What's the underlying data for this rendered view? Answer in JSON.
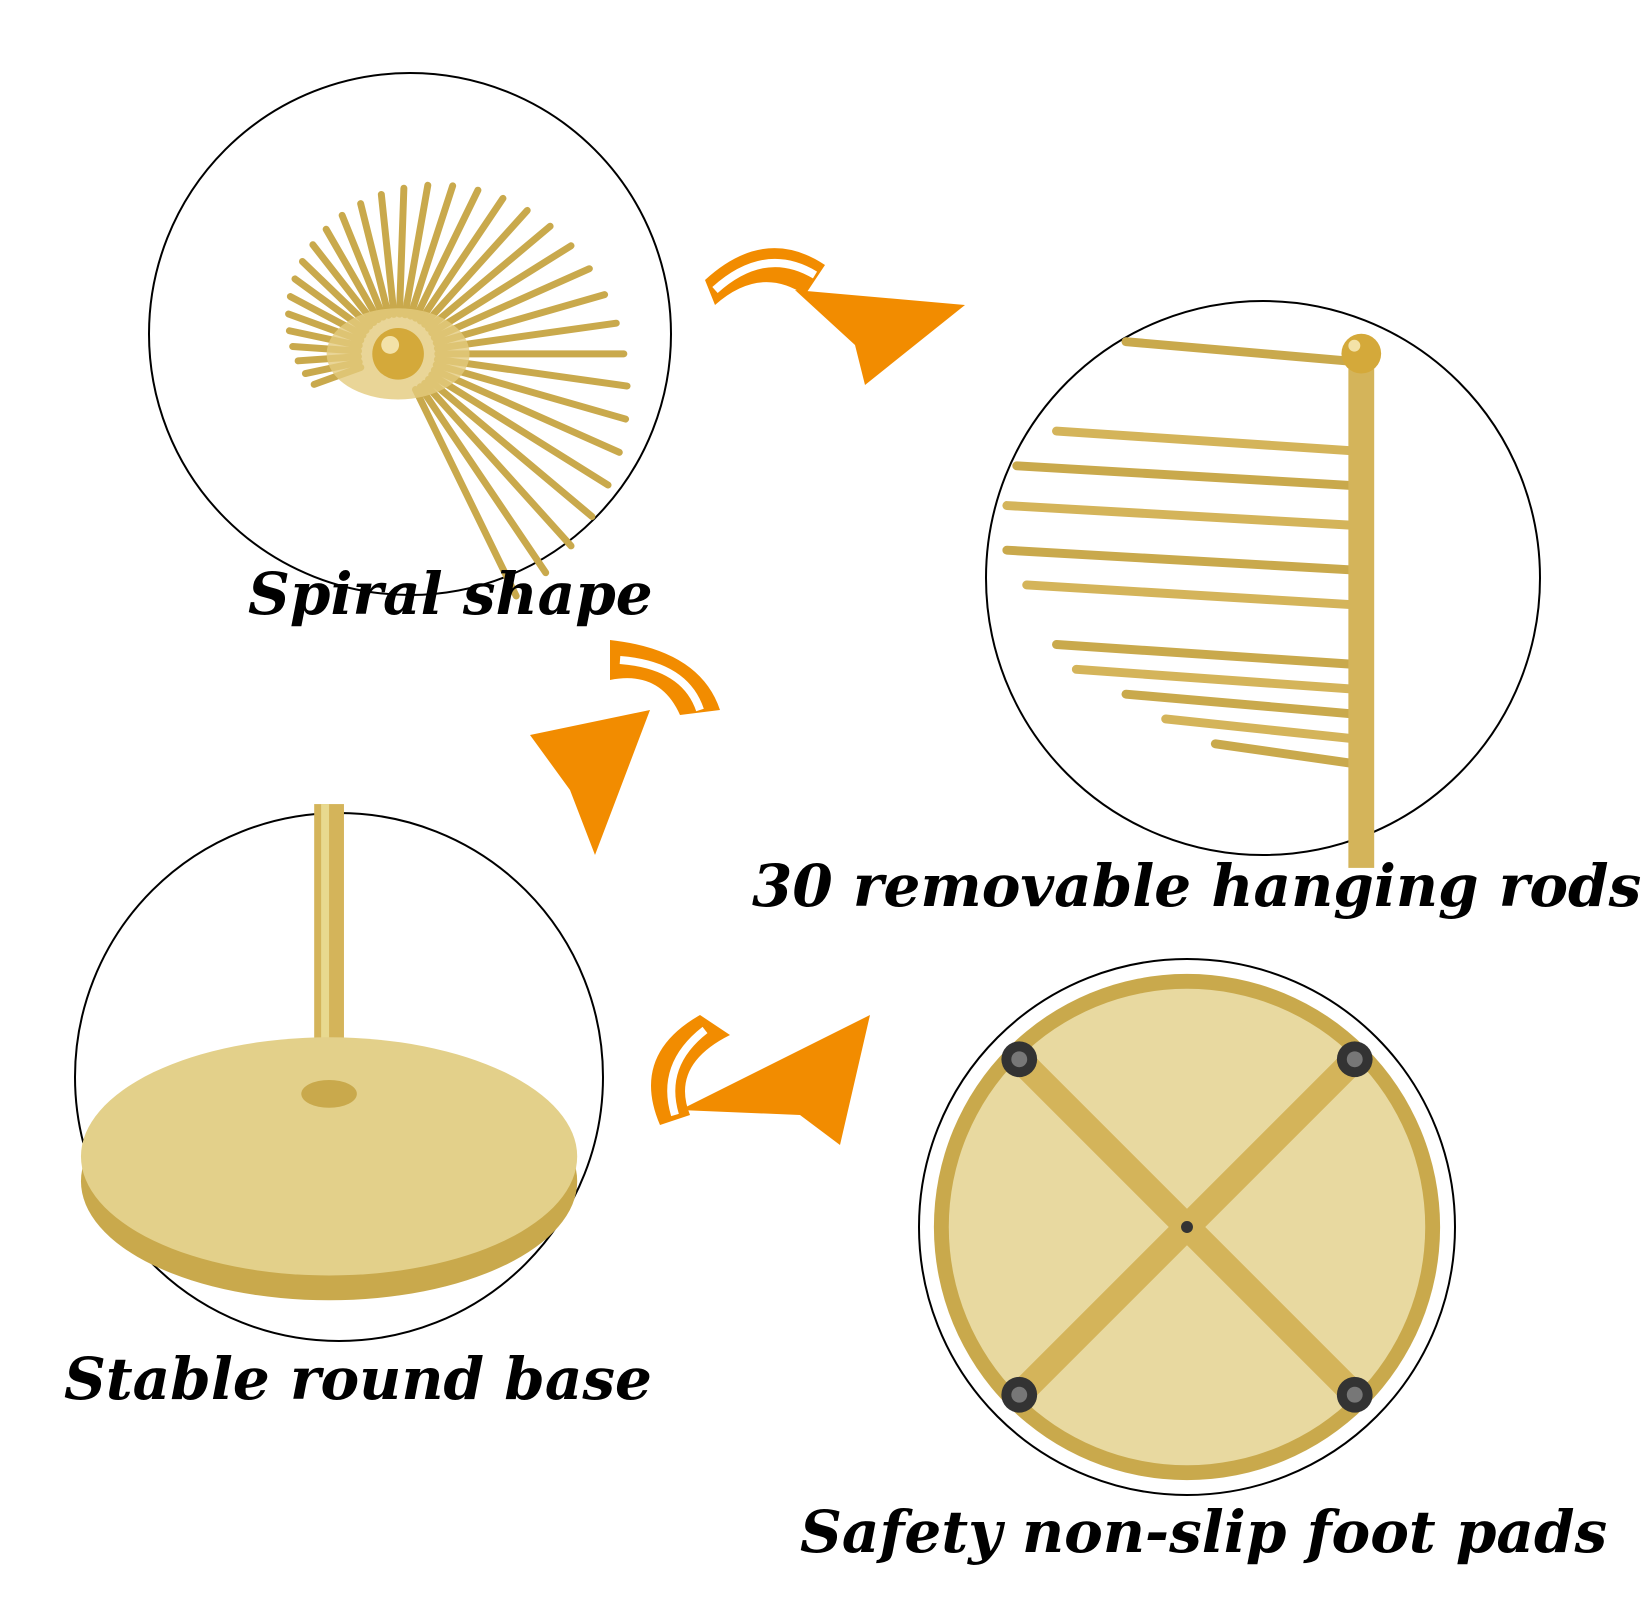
{
  "features": [
    {
      "id": "spiral",
      "caption": "Spiral shape",
      "icon": "spiral-rods-photo"
    },
    {
      "id": "rods",
      "caption": "30 removable hanging rods",
      "icon": "hanging-rods-photo"
    },
    {
      "id": "base",
      "caption": "Stable round base",
      "icon": "round-base-photo"
    },
    {
      "id": "pads",
      "caption": "Safety non-slip foot pads",
      "icon": "foot-pads-photo"
    }
  ],
  "colors": {
    "gold": "#d4b45a",
    "gold_light": "#e8d98f",
    "arrow_orange": "#f28c00",
    "arrow_inner": "#ffffff",
    "outline": "#000000"
  }
}
